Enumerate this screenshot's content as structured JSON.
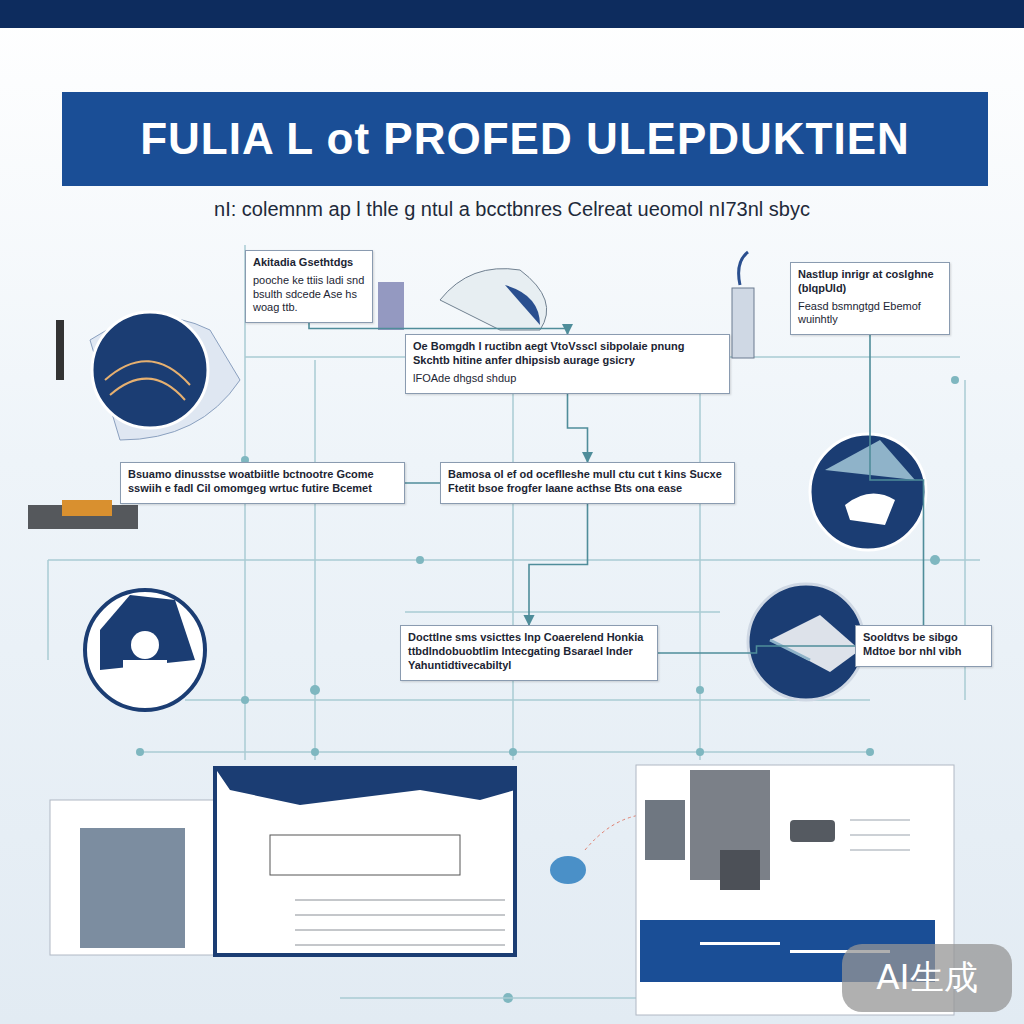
{
  "diagram": {
    "title": "FULIA L ot PROFED ULEPDUKTIEN",
    "caption": "nI: colemnm ap l thle g ntul a bcctbnres Celreat ueomol nI73nl sbyc",
    "nodes": [
      {
        "text": [
          "Akitadia Gsethtdgs",
          "pooche ke ttiis ladi snd bsulth sdcede Ase hs woag ttb."
        ]
      },
      {
        "text": [
          "Oe Bomgdh l ructibn aegt VtoVsscl sibpolaie pnung Skchtb hitine anfer dhipsisb aurage gsicry",
          "lFOAde dhgsd shdup"
        ]
      },
      {
        "text": [
          "Nastlup inrigr at coslghne (blqpUld)",
          "Feasd bsmngtgd Ebemof wuinhtly"
        ]
      },
      {
        "text": [
          "Bsuamo dinusstse woatbiitle bctnootre Gcome sswiih e fadl Cil omomgeg wrtuc futire Bcemet"
        ]
      },
      {
        "text": [
          "Bamosa ol ef od oceflleshe mull ctu cut t kins Sucxe Ftetit bsoe frogfer laane acthse Bts ona ease"
        ]
      },
      {
        "text": [
          "Docttlne sms vsicttes lnp Coaerelend Honkia ttbdlndobuobtlim lntecgating Bsarael lnder Yahuntidtivecabiltyl"
        ]
      },
      {
        "text": [
          "Sooldtvs be sibgo Mdtoe bor nhl vibh"
        ]
      }
    ],
    "edges": [
      {
        "from": 0,
        "to": 1,
        "arrow": "to"
      },
      {
        "from": 1,
        "to": 4,
        "arrow": "to"
      },
      {
        "from": 3,
        "to": 4,
        "arrow": "none"
      },
      {
        "from": 4,
        "to": 5,
        "arrow": "to"
      },
      {
        "from": 2,
        "to": 6,
        "arrow": "none"
      },
      {
        "from": 5,
        "to": 6,
        "arrow": "none"
      }
    ],
    "labels": [
      "AI生成"
    ]
  }
}
